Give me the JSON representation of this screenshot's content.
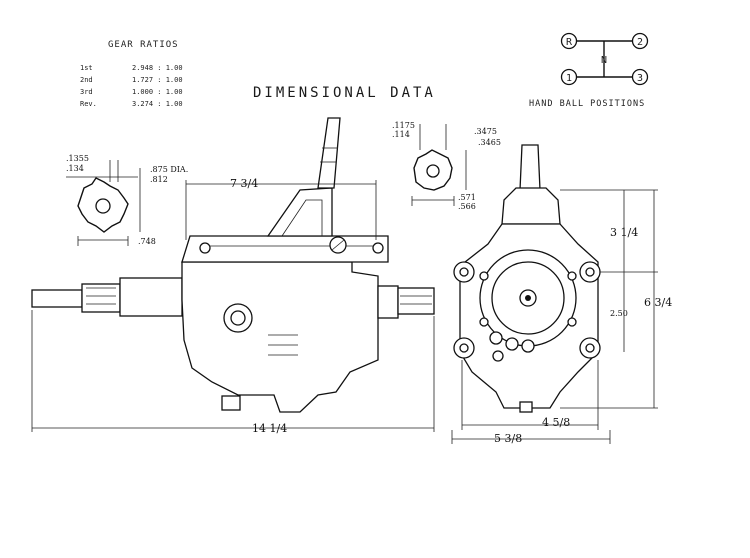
{
  "title": "DIMENSIONAL DATA",
  "gear_ratios": {
    "heading": "GEAR RATIOS",
    "rows": [
      {
        "gear": "1st",
        "ratio": "2.948 : 1.00"
      },
      {
        "gear": "2nd",
        "ratio": "1.727 : 1.00"
      },
      {
        "gear": "3rd",
        "ratio": "1.000 : 1.00"
      },
      {
        "gear": "Rev.",
        "ratio": "3.274 : 1.00"
      }
    ]
  },
  "shift_pattern": {
    "caption": "HAND BALL POSITIONS",
    "positions": {
      "reverse": "R",
      "second": "2",
      "neutral": "N",
      "first": "1",
      "third": "3"
    }
  },
  "dimensions": {
    "input_spline_pitch": ".1355",
    "input_spline_pitch_tol": ".134",
    "input_spline_dia": ".875 DIA.",
    "input_spline_dia_tol": ".812",
    "input_spline_depth": ".748",
    "case_length": "7 3/4",
    "output_spline_a": ".1175",
    "output_spline_a_tol": ".114",
    "output_spline_b": ".3475",
    "output_spline_b_tol": ".3465",
    "output_spline_c": ".571",
    "output_spline_c_tol": ".566",
    "overall_length": "14 1/4",
    "top_height": "3 1/4",
    "center_height": "2.50",
    "overall_height": "6 3/4",
    "width_inner": "4 5/8",
    "width_outer": "5 3/8"
  }
}
